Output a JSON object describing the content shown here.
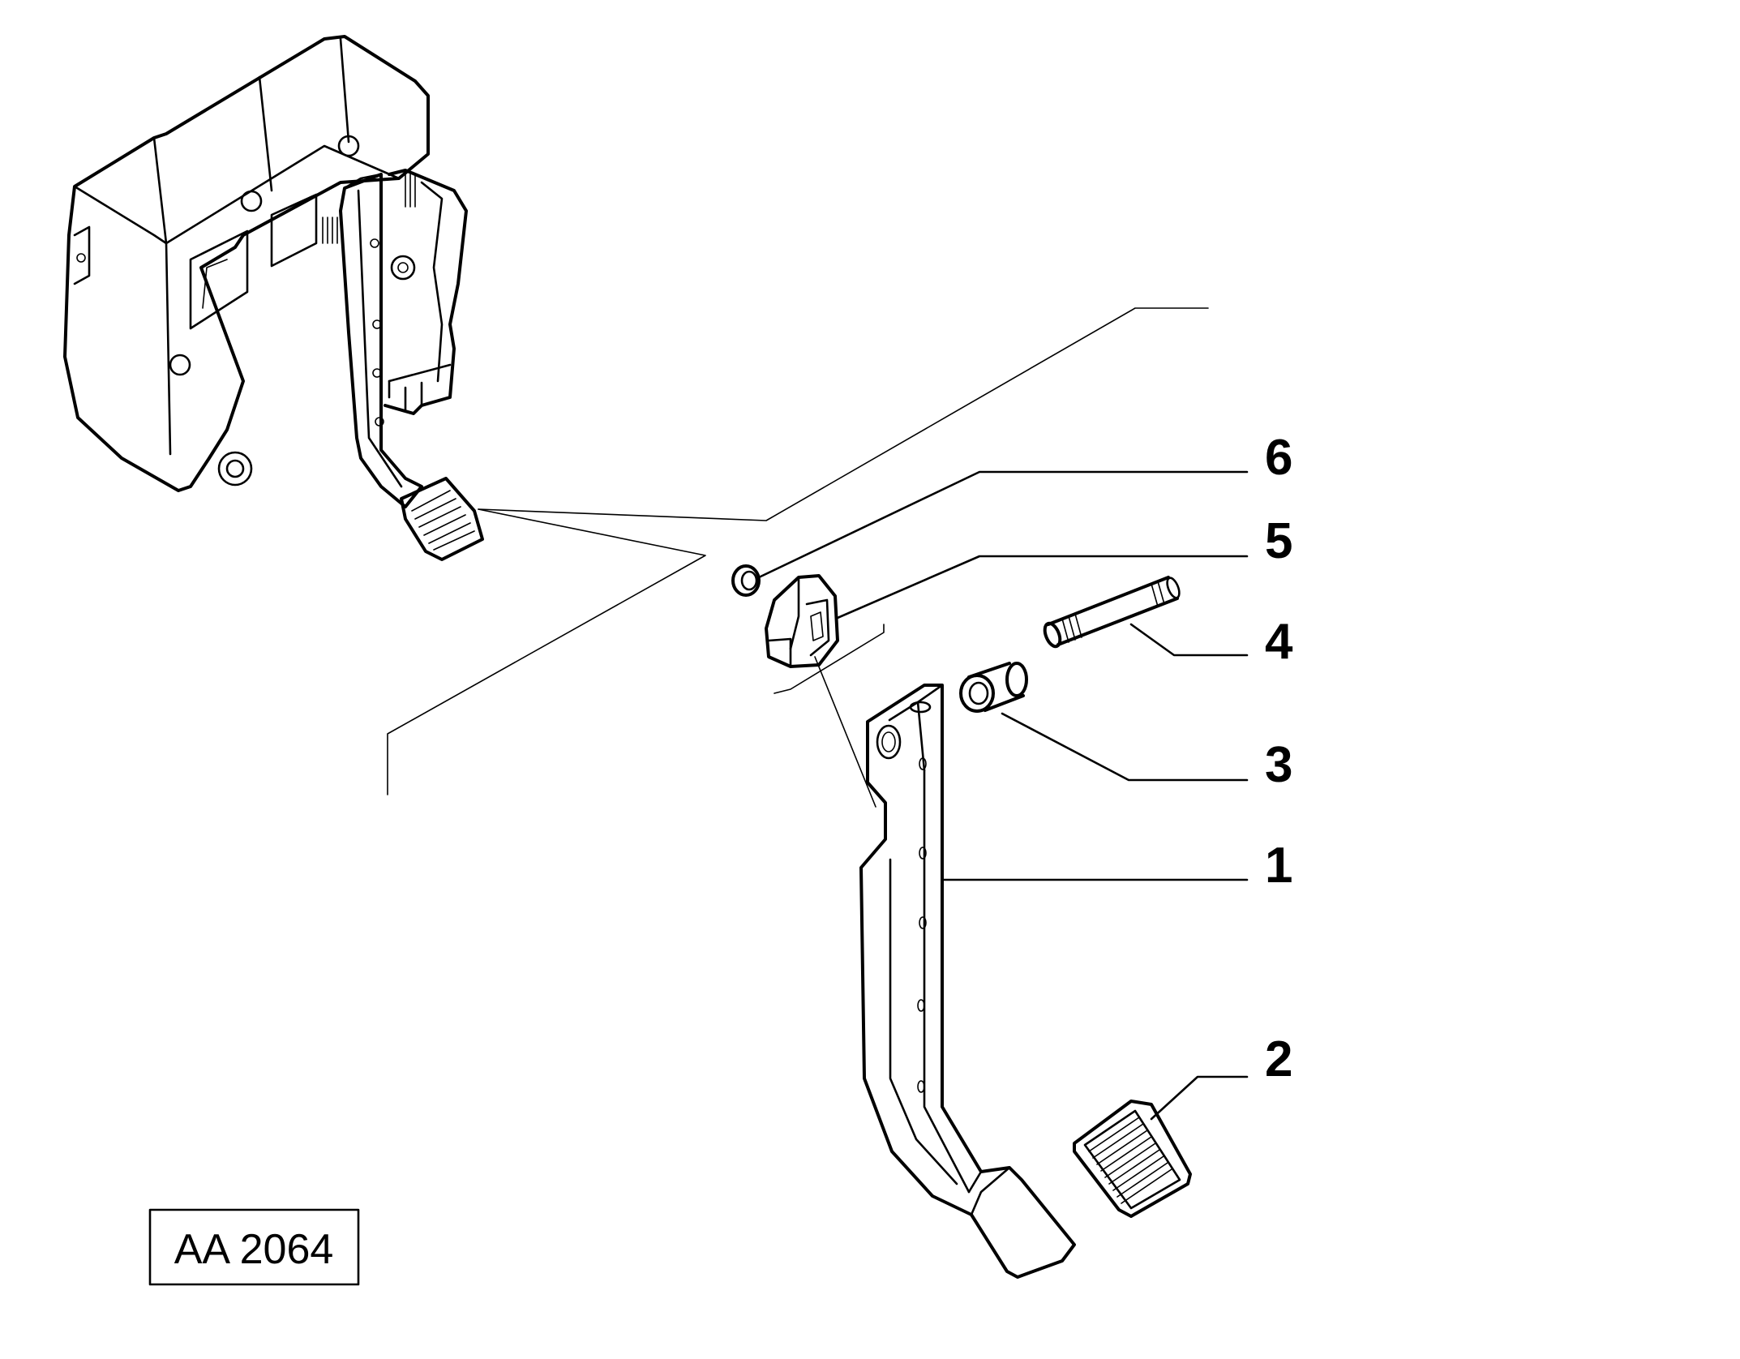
{
  "diagram": {
    "reference_code": "AA 2064",
    "callouts": [
      {
        "number": "6",
        "part": "ring"
      },
      {
        "number": "5",
        "part": "bracket"
      },
      {
        "number": "4",
        "part": "pin"
      },
      {
        "number": "3",
        "part": "bushing"
      },
      {
        "number": "1",
        "part": "pedal-arm"
      },
      {
        "number": "2",
        "part": "pedal-pad"
      }
    ]
  }
}
